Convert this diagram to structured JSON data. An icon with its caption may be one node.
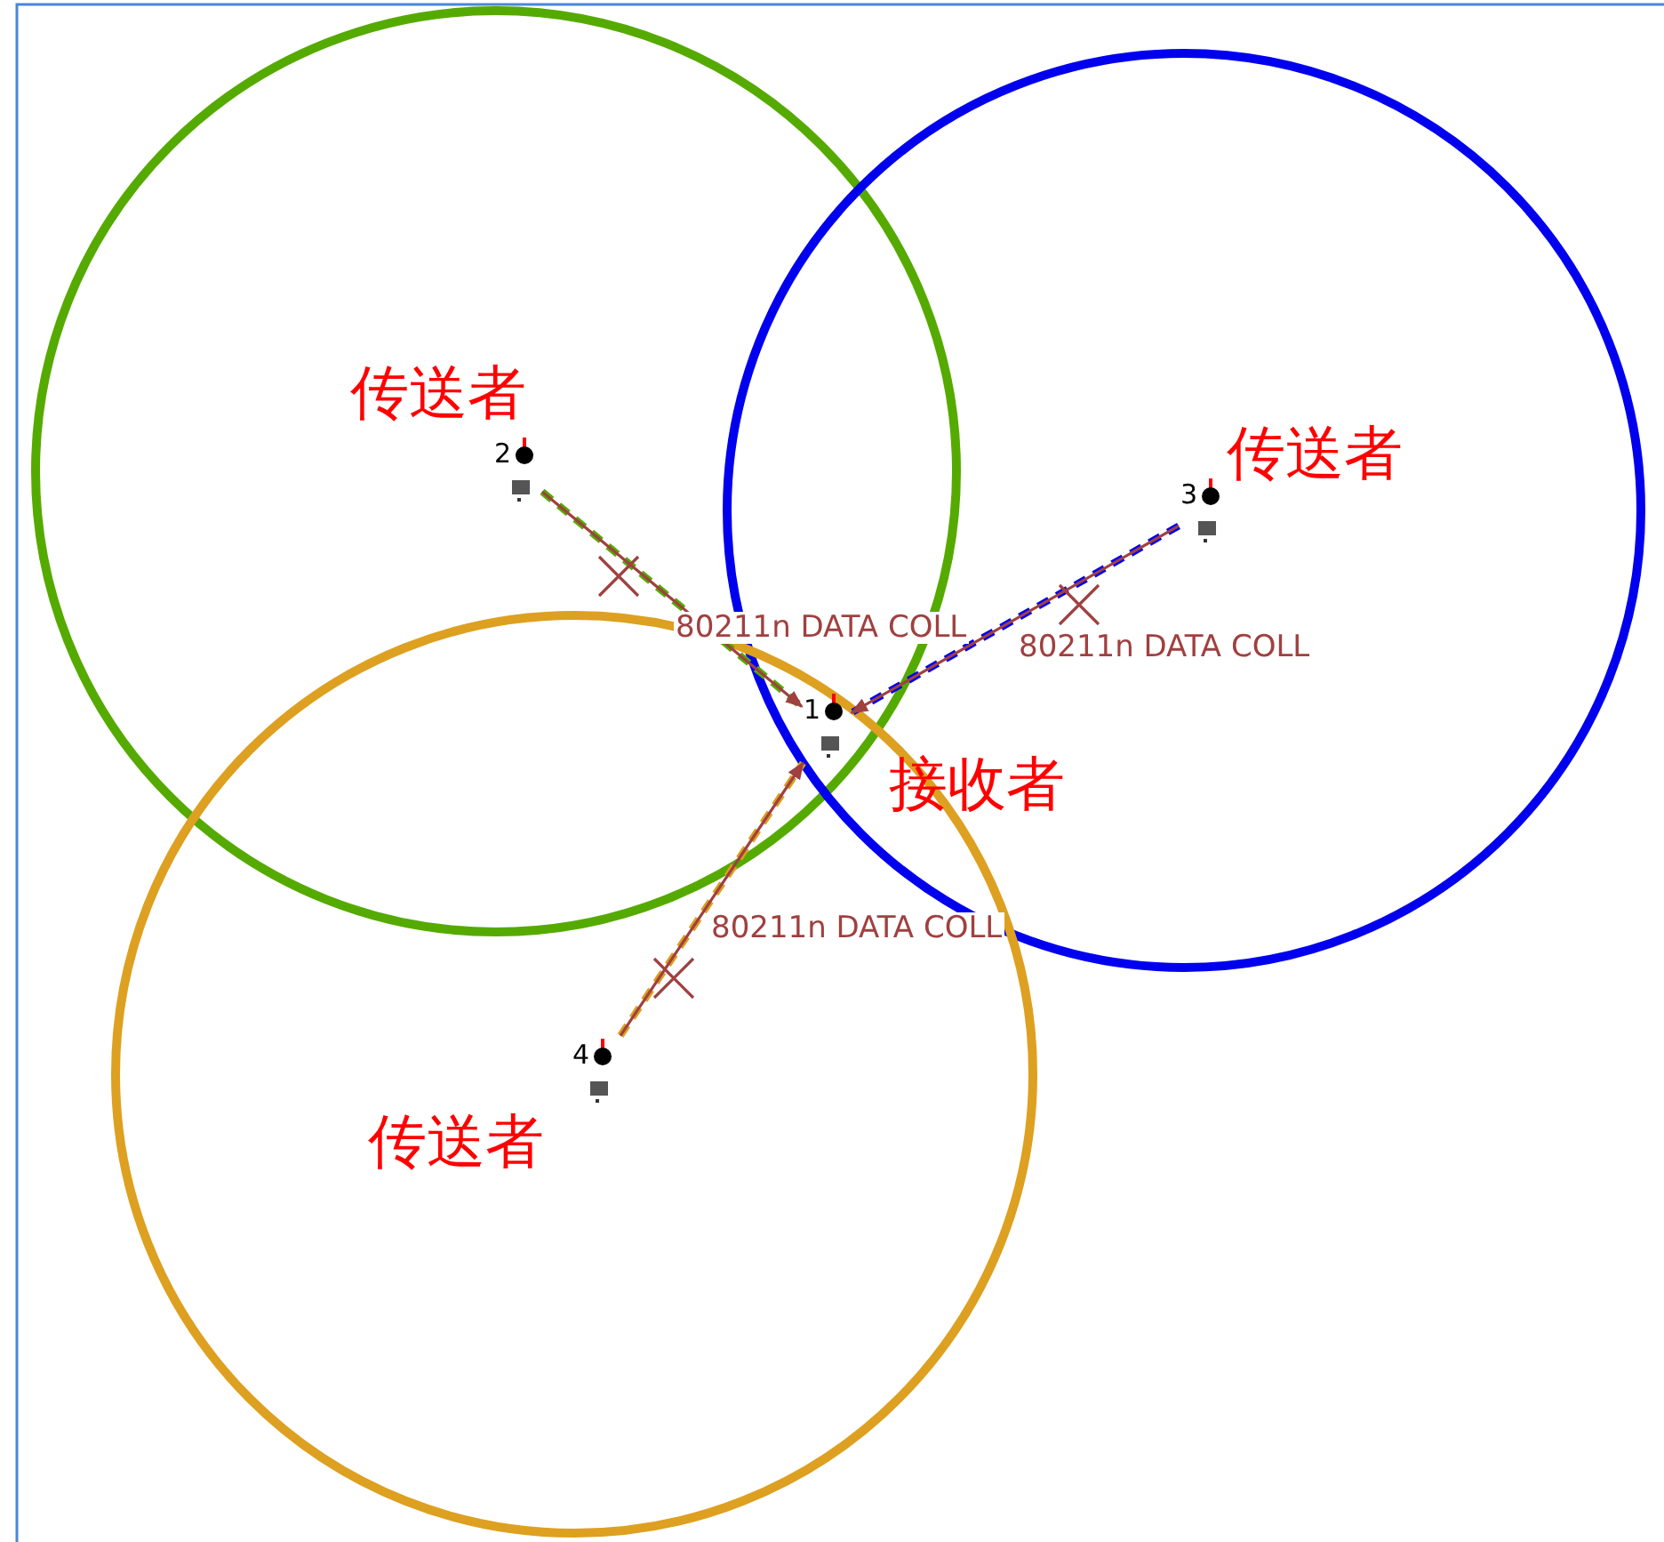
{
  "diagram": {
    "nodes": [
      {
        "text": [
          "2"
        ],
        "beside": [
          "传送者"
        ]
      },
      {
        "text": [
          "3"
        ],
        "beside": [
          "传送者"
        ]
      },
      {
        "text": [
          "1"
        ],
        "beside": [
          "接收者"
        ]
      },
      {
        "text": [
          "4"
        ],
        "beside": [
          "传送者"
        ]
      }
    ],
    "edges": [
      {
        "from": 0,
        "to": 2,
        "arrow": "to",
        "label": "80211n DATA COLL"
      },
      {
        "from": 1,
        "to": 2,
        "arrow": "to",
        "label": "80211n DATA COLL"
      },
      {
        "from": 3,
        "to": 2,
        "arrow": "to",
        "label": "80211n DATA COLL"
      }
    ]
  }
}
